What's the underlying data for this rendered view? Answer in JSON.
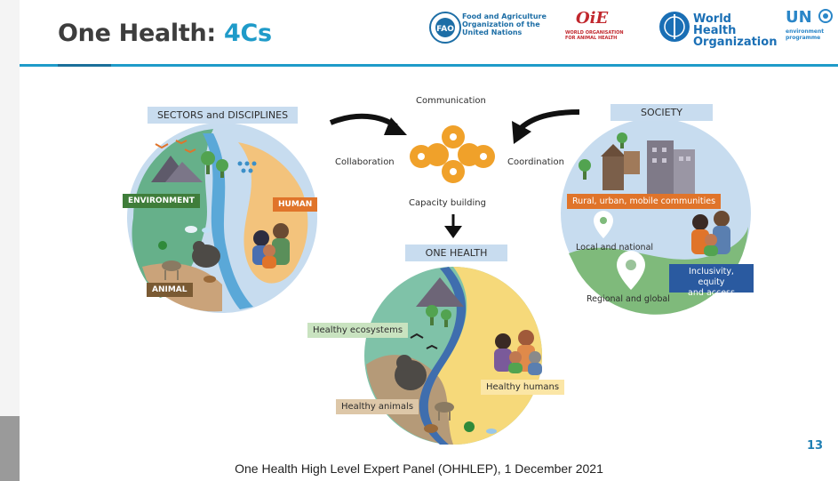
{
  "slide": {
    "title_main": "One Health: ",
    "title_accent": "4Cs",
    "page_number": "13",
    "footer": "One Health High Level Expert Panel (OHHLEP), 1 December 2021"
  },
  "logos": {
    "fao": "Food and Agriculture\nOrganization of the\nUnited Nations",
    "oie_mark": "OiE",
    "oie": "WORLD ORGANISATION\nFOR ANIMAL HEALTH",
    "who": "World Health\nOrganization",
    "unep_mark": "UN",
    "unep": "environment\nprogramme"
  },
  "center": {
    "communication": "Communication",
    "collaboration": "Collaboration",
    "coordination": "Coordination",
    "capacity_building": "Capacity building"
  },
  "sectors": {
    "heading": "SECTORS and DISCIPLINES",
    "environment": "ENVIRONMENT",
    "human": "HUMAN",
    "animal": "ANIMAL"
  },
  "society": {
    "heading": "SOCIETY",
    "communities": "Rural, urban, mobile communities",
    "local": "Local and national",
    "regional": "Regional and global",
    "inclusivity": "Inclusivity, equity\nand access"
  },
  "one_health": {
    "heading": "ONE HEALTH",
    "ecosystems": "Healthy ecosystems",
    "humans": "Healthy humans",
    "animals": "Healthy animals"
  },
  "colors": {
    "accent": "#1f9bc9",
    "environment": "#3f7d3a",
    "human": "#e0742a",
    "animal": "#7a5a33",
    "gear": "#f0a12a"
  }
}
